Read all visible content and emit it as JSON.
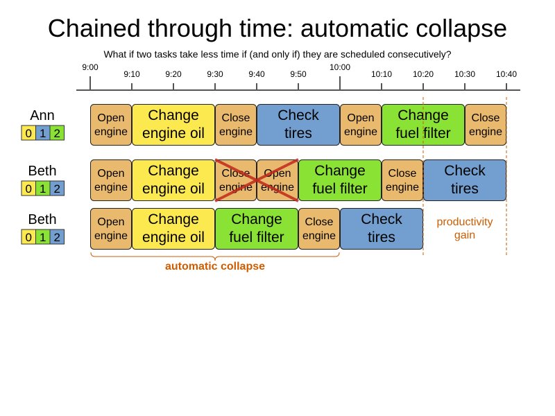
{
  "title": "Chained through time: automatic collapse",
  "subtitle": "What if two tasks take less time if (and only if) they are scheduled consecutively?",
  "axis": {
    "start_minutes": 540,
    "ticks": [
      {
        "label": "9:00",
        "min": 0,
        "major": true
      },
      {
        "label": "9:10",
        "min": 10
      },
      {
        "label": "9:20",
        "min": 20
      },
      {
        "label": "9:30",
        "min": 30
      },
      {
        "label": "9:40",
        "min": 40
      },
      {
        "label": "9:50",
        "min": 50
      },
      {
        "label": "10:00",
        "min": 60,
        "major": true
      },
      {
        "label": "10:10",
        "min": 70
      },
      {
        "label": "10:20",
        "min": 80
      },
      {
        "label": "10:30",
        "min": 90
      },
      {
        "label": "10:40",
        "min": 100
      }
    ]
  },
  "colors": {
    "open_close": "#E9B96E",
    "oil": "#FCE94F",
    "tires": "#729FCF",
    "filter": "#8AE234",
    "accent": "#CE5C00",
    "cross": "#C0281C"
  },
  "rows": [
    {
      "name": "Ann",
      "badge": [
        {
          "t": "0",
          "c": "oil"
        },
        {
          "t": "1",
          "c": "tires"
        },
        {
          "t": "2",
          "c": "filter"
        }
      ],
      "tasks": [
        {
          "l1": "Open",
          "l2": "engine",
          "s": 0,
          "d": 10,
          "c": "open_close"
        },
        {
          "l1": "Change",
          "l2": "engine oil",
          "s": 10,
          "d": 20,
          "c": "oil",
          "big": true
        },
        {
          "l1": "Close",
          "l2": "engine",
          "s": 30,
          "d": 10,
          "c": "open_close"
        },
        {
          "l1": "Check",
          "l2": "tires",
          "s": 40,
          "d": 20,
          "c": "tires",
          "big": true
        },
        {
          "l1": "Open",
          "l2": "engine",
          "s": 60,
          "d": 10,
          "c": "open_close"
        },
        {
          "l1": "Change",
          "l2": "fuel filter",
          "s": 70,
          "d": 20,
          "c": "filter",
          "big": true
        },
        {
          "l1": "Close",
          "l2": "engine",
          "s": 90,
          "d": 10,
          "c": "open_close"
        }
      ]
    },
    {
      "name": "Beth",
      "badge": [
        {
          "t": "0",
          "c": "oil"
        },
        {
          "t": "1",
          "c": "filter"
        },
        {
          "t": "2",
          "c": "tires"
        }
      ],
      "tasks": [
        {
          "l1": "Open",
          "l2": "engine",
          "s": 0,
          "d": 10,
          "c": "open_close"
        },
        {
          "l1": "Change",
          "l2": "engine oil",
          "s": 10,
          "d": 20,
          "c": "oil",
          "big": true
        },
        {
          "l1": "Close",
          "l2": "engine",
          "s": 30,
          "d": 10,
          "c": "open_close",
          "crossed": true
        },
        {
          "l1": "Open",
          "l2": "engine",
          "s": 40,
          "d": 10,
          "c": "open_close",
          "crossed": true
        },
        {
          "l1": "Change",
          "l2": "fuel filter",
          "s": 50,
          "d": 20,
          "c": "filter",
          "big": true
        },
        {
          "l1": "Close",
          "l2": "engine",
          "s": 70,
          "d": 10,
          "c": "open_close"
        },
        {
          "l1": "Check",
          "l2": "tires",
          "s": 80,
          "d": 20,
          "c": "tires",
          "big": true
        }
      ]
    },
    {
      "name": "Beth",
      "badge": [
        {
          "t": "0",
          "c": "oil"
        },
        {
          "t": "1",
          "c": "filter"
        },
        {
          "t": "2",
          "c": "tires"
        }
      ],
      "tasks": [
        {
          "l1": "Open",
          "l2": "engine",
          "s": 0,
          "d": 10,
          "c": "open_close"
        },
        {
          "l1": "Change",
          "l2": "engine oil",
          "s": 10,
          "d": 20,
          "c": "oil",
          "big": true
        },
        {
          "l1": "Change",
          "l2": "fuel filter",
          "s": 30,
          "d": 20,
          "c": "filter",
          "big": true
        },
        {
          "l1": "Close",
          "l2": "engine",
          "s": 50,
          "d": 10,
          "c": "open_close"
        },
        {
          "l1": "Check",
          "l2": "tires",
          "s": 60,
          "d": 20,
          "c": "tires",
          "big": true
        }
      ]
    }
  ],
  "gain_label": [
    "productivity",
    "gain"
  ],
  "collapse_label": "automatic collapse"
}
